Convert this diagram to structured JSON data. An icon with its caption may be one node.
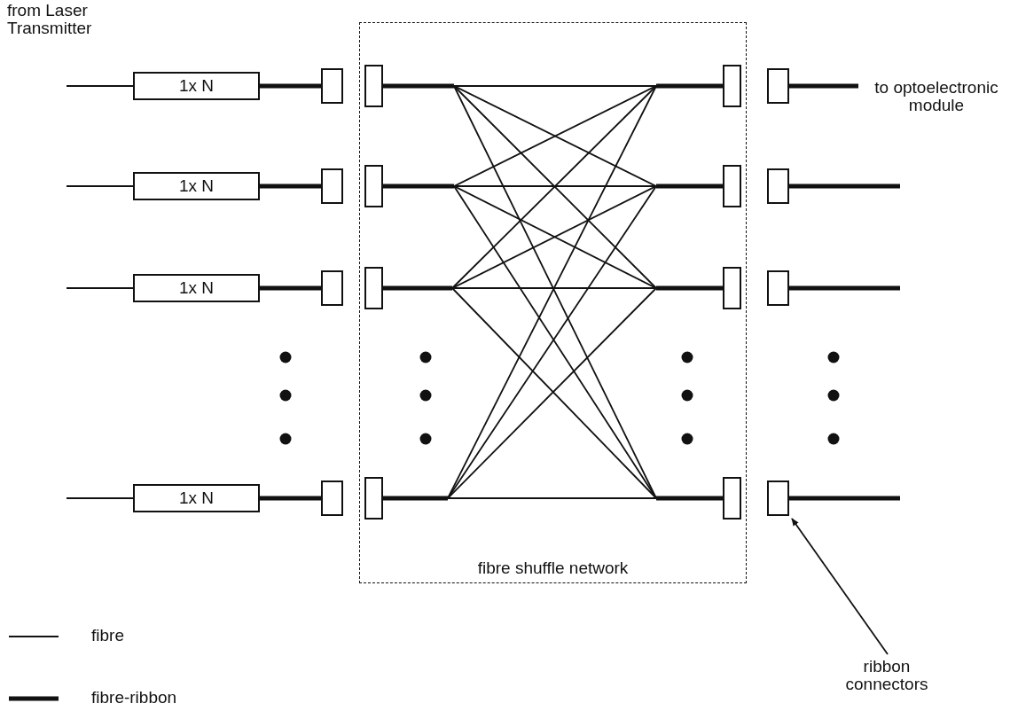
{
  "diagram": {
    "nodes": [
      {
        "text": [
          "fibre shuffle network"
        ]
      },
      {
        "text": [
          "1x N"
        ]
      },
      {
        "text": [],
        "shape": "box"
      },
      {
        "text": [],
        "shape": "box",
        "in": 0
      },
      {
        "text": [],
        "shape": "box",
        "in": 0
      },
      {
        "text": [],
        "shape": "box"
      },
      {
        "text": [
          "1x N"
        ]
      },
      {
        "text": [],
        "shape": "box"
      },
      {
        "text": [],
        "shape": "box",
        "in": 0
      },
      {
        "text": [],
        "shape": "box",
        "in": 0
      },
      {
        "text": [],
        "shape": "box"
      },
      {
        "text": [
          "1x N"
        ]
      },
      {
        "text": [],
        "shape": "box"
      },
      {
        "text": [],
        "shape": "box",
        "in": 0
      },
      {
        "text": [],
        "shape": "box",
        "in": 0
      },
      {
        "text": [],
        "shape": "box"
      },
      {
        "text": [
          "1x N"
        ]
      },
      {
        "text": [],
        "shape": "box"
      },
      {
        "text": [],
        "shape": "box",
        "in": 0
      },
      {
        "text": [],
        "shape": "box",
        "in": 0
      },
      {
        "text": [],
        "shape": "box"
      },
      {
        "text": [
          "ribbon connectors"
        ]
      },
      {
        "text": [
          "to optoelectronic module"
        ]
      }
    ],
    "edges": [
      {
        "from": null,
        "to": 1,
        "arrow": "none"
      },
      {
        "from": 1,
        "to": 2,
        "arrow": "none",
        "style": "thick"
      },
      {
        "from": null,
        "to": 6,
        "arrow": "none"
      },
      {
        "from": 6,
        "to": 7,
        "arrow": "none",
        "style": "thick"
      },
      {
        "from": null,
        "to": 11,
        "arrow": "none"
      },
      {
        "from": 11,
        "to": 12,
        "arrow": "none",
        "style": "thick"
      },
      {
        "from": null,
        "to": 16,
        "arrow": "none"
      },
      {
        "from": 16,
        "to": 17,
        "arrow": "none",
        "style": "thick"
      },
      {
        "from": 3,
        "to": 4,
        "arrow": "none"
      },
      {
        "from": 3,
        "to": 9,
        "arrow": "none"
      },
      {
        "from": 3,
        "to": 14,
        "arrow": "none"
      },
      {
        "from": 3,
        "to": 19,
        "arrow": "none"
      },
      {
        "from": 8,
        "to": 4,
        "arrow": "none"
      },
      {
        "from": 8,
        "to": 9,
        "arrow": "none"
      },
      {
        "from": 8,
        "to": 14,
        "arrow": "none"
      },
      {
        "from": 8,
        "to": 19,
        "arrow": "none"
      },
      {
        "from": 13,
        "to": 4,
        "arrow": "none"
      },
      {
        "from": 13,
        "to": 9,
        "arrow": "none"
      },
      {
        "from": 13,
        "to": 14,
        "arrow": "none"
      },
      {
        "from": 13,
        "to": 19,
        "arrow": "none"
      },
      {
        "from": 18,
        "to": 4,
        "arrow": "none"
      },
      {
        "from": 18,
        "to": 9,
        "arrow": "none"
      },
      {
        "from": 18,
        "to": 14,
        "arrow": "none"
      },
      {
        "from": 18,
        "to": 19,
        "arrow": "none"
      },
      {
        "from": 5,
        "to": 22,
        "arrow": "none",
        "style": "thick"
      },
      {
        "from": 10,
        "to": null,
        "arrow": "none",
        "style": "thick"
      },
      {
        "from": 15,
        "to": null,
        "arrow": "none",
        "style": "thick"
      },
      {
        "from": 20,
        "to": null,
        "arrow": "none",
        "style": "thick"
      },
      {
        "from": 21,
        "to": 20,
        "arrow": "to"
      }
    ],
    "labels": [
      "from Laser Transmitter"
    ],
    "legend": [
      {
        "text": "fibre"
      },
      {
        "text": "fibre-ribbon"
      }
    ]
  }
}
